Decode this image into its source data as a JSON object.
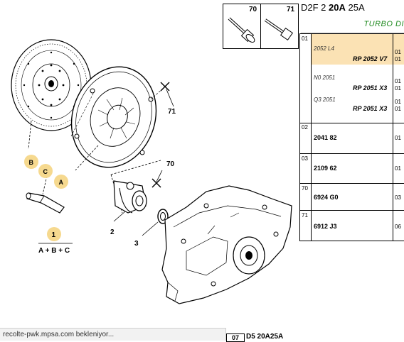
{
  "header": {
    "pre": "D2F 2",
    "bold": "20A",
    "post": "25A"
  },
  "subheader": "TURBO DI",
  "icon_box": {
    "left_num": "70",
    "right_num": "71"
  },
  "callouts": {
    "ref_1": "1",
    "formula": "A + B + C",
    "ref_2": "2",
    "ref_3": "3",
    "ref_70": "70",
    "ref_71": "71",
    "letter_A": "A",
    "letter_B": "B",
    "letter_C": "C"
  },
  "table": {
    "rows": [
      {
        "index": "01",
        "lines": [
          {
            "italic": "2052 L4",
            "ref": "RP 2052 V7",
            "qty": "01",
            "qty2": "01"
          },
          {
            "italic": "N0 2051",
            "ref": "RP 2051 X3",
            "qty": "01",
            "qty2": "01"
          },
          {
            "italic": "Q3 2051",
            "ref": "RP 2051 X3",
            "qty": "01",
            "qty2": "01"
          }
        ]
      },
      {
        "index": "02",
        "part": "2041 82",
        "qty": "01"
      },
      {
        "index": "03",
        "part": "2109 62",
        "qty": "01"
      },
      {
        "index": "70",
        "part": "6924 G0",
        "qty": "03"
      },
      {
        "index": "71",
        "part": "6912 J3",
        "qty": "06"
      }
    ]
  },
  "status_bar": "recolte-pwk.mpsa.com bekleniyor...",
  "footer": {
    "box": "07",
    "text": "D5 20A25A"
  }
}
